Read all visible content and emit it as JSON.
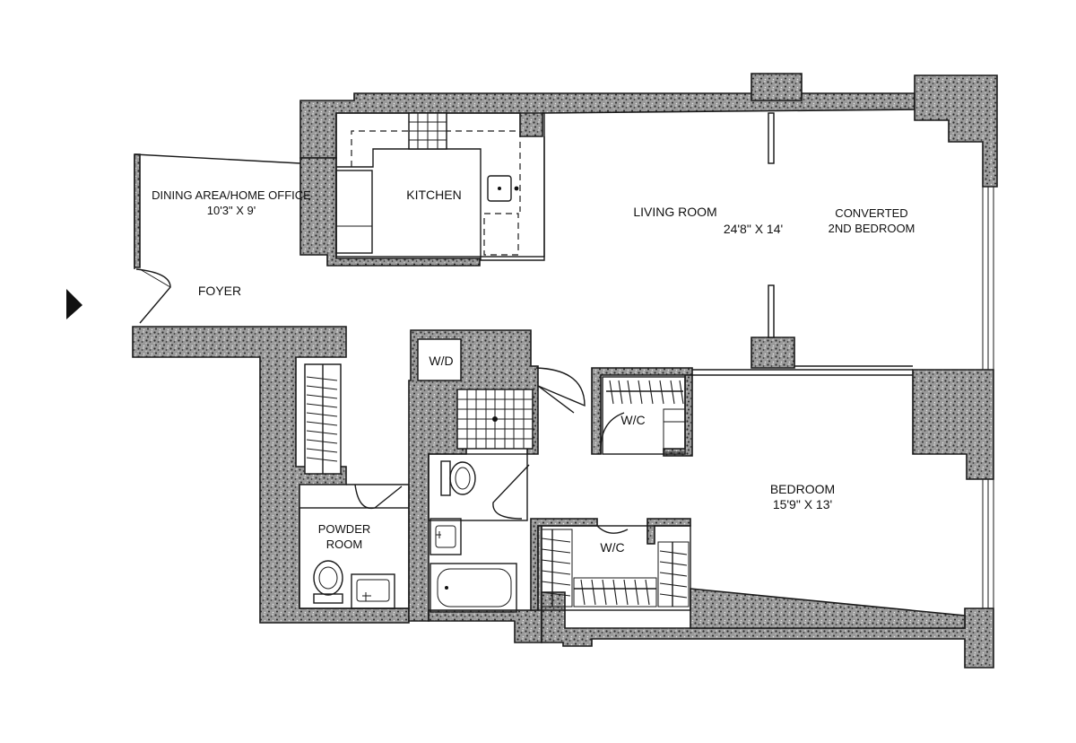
{
  "rooms": {
    "dining": {
      "name": "DINING AREA/HOME OFFICE",
      "size": "10'3\" X 9'"
    },
    "kitchen": {
      "name": "KITCHEN"
    },
    "living": {
      "name": "LIVING ROOM",
      "size": "24'8\" X 14'"
    },
    "converted": {
      "line1": "CONVERTED",
      "line2": "2ND BEDROOM"
    },
    "foyer": {
      "name": "FOYER"
    },
    "laundry": {
      "name": "W/D"
    },
    "closet_upper": {
      "name": "W/C"
    },
    "closet_lower": {
      "name": "W/C"
    },
    "bedroom": {
      "name": "BEDROOM",
      "size": "15'9\" X 13'"
    },
    "powder": {
      "line1": "POWDER",
      "line2": "ROOM"
    }
  }
}
